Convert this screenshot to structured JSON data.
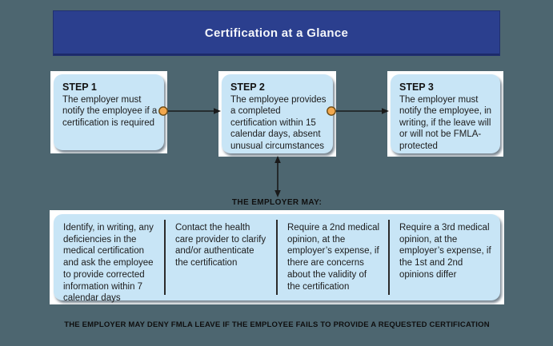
{
  "colors": {
    "background": "#4d6670",
    "banner_fill": "#2b3f8e",
    "banner_text": "#f4f6fa",
    "box_fill": "#c8e5f6",
    "card_backing": "#ffffff",
    "connector_dot": "#f2a84e",
    "connector_line": "#1a1a1a",
    "body_text": "#1c1c1c"
  },
  "banner": {
    "title": "Certification at a Glance"
  },
  "steps": [
    {
      "heading": "STEP 1",
      "body": "The employer must notify the employee if a certification is required"
    },
    {
      "heading": "STEP 2",
      "body": "The employee provides a completed certification within 15 calendar days, absent unusual circumstances"
    },
    {
      "heading": "STEP 3",
      "body": "The employer must notify the employee, in writing, if the leave will or will not be FMLA-protected"
    }
  ],
  "employer_may": {
    "label": "THE EMPLOYER MAY:",
    "options": [
      {
        "text": "Identify, in writing, any deficiencies in the medical certification and ask the employee to provide corrected information within 7 calendar days"
      },
      {
        "text": "Contact the health care provider to clarify and/or authenticate the certification"
      },
      {
        "text": "Require a 2nd medical opinion, at the employer’s expense, if there are concerns about the validity of the certification"
      },
      {
        "text": "Require a 3rd medical opinion, at the employer’s expense, if the 1st and 2nd opinions differ"
      }
    ]
  },
  "footnote": "THE EMPLOYER MAY DENY FMLA LEAVE IF THE EMPLOYEE FAILS TO PROVIDE A REQUESTED CERTIFICATION"
}
